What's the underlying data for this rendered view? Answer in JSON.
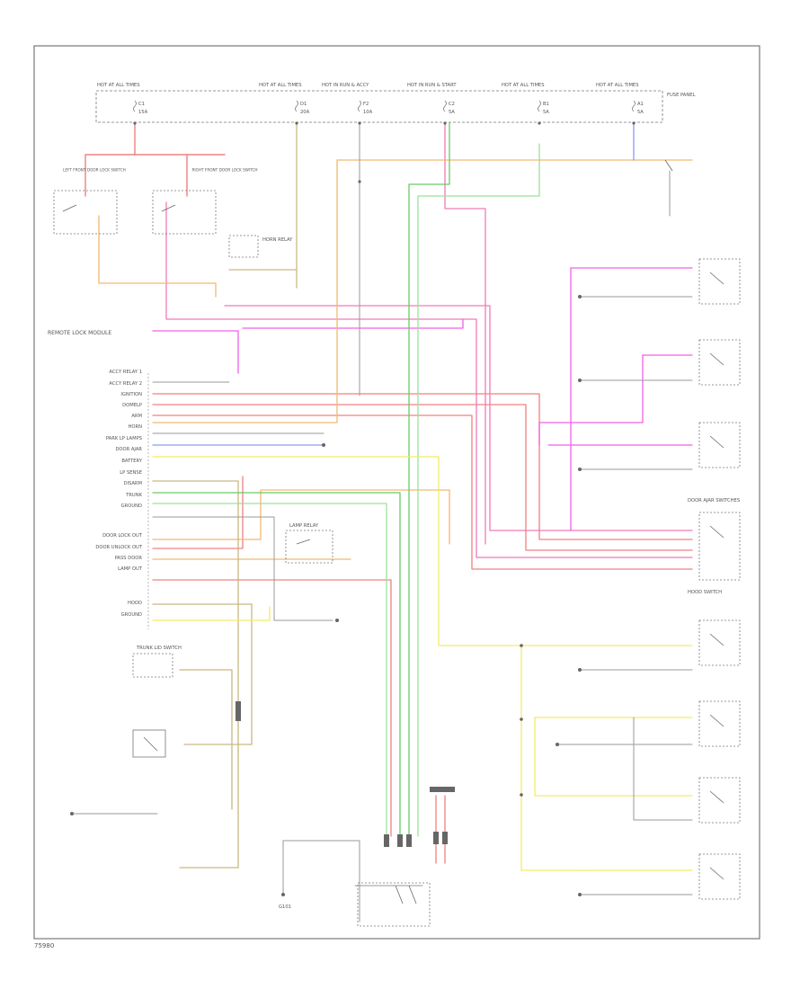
{
  "diagram": {
    "footer_code": "75980",
    "colors": {
      "frame": "#777777",
      "ink": "#777777",
      "red": "#f08080",
      "pink": "#f07ab8",
      "magenta": "#f060e8",
      "orange": "#f4b870",
      "tan": "#c9b880",
      "green": "#66cc66",
      "lightgreen": "#99e399",
      "yellow": "#f3e96a",
      "blue": "#8c9cf0",
      "gray": "#9a9a9a"
    },
    "fuse_panel": {
      "label": "FUSE PANEL",
      "fuses": [
        {
          "header": "HOT AT ALL TIMES",
          "num": "C1",
          "amps": "15A"
        },
        {
          "header": "HOT AT ALL TIMES",
          "num": "D1",
          "amps": "20A"
        },
        {
          "header": "HOT IN RUN & ACCY",
          "num": "F2",
          "amps": "10A"
        },
        {
          "header": "HOT IN RUN & START",
          "num": "C2",
          "amps": "5A"
        },
        {
          "header": "HOT AT ALL TIMES",
          "num": "B1",
          "amps": "5A"
        },
        {
          "header": "HOT AT ALL TIMES",
          "num": "A1",
          "amps": "5A"
        }
      ]
    },
    "module_pins": [
      "ACCY RELAY 1",
      "ACCY RELAY 2",
      "IGNITION",
      "DOMELP",
      "ARM",
      "HORN",
      "PARK LP LAMPS",
      "DOOR AJAR",
      "BATTERY",
      "LP SENSE",
      "DISARM",
      "TRUNK",
      "GROUND",
      "DOOR LOCK OUT",
      "DOOR UNLOCK OUT",
      "PASS DOOR",
      "LAMP OUT",
      "HOOD",
      "GROUND"
    ],
    "labels": {
      "remote_module": "REMOTE LOCK MODULE",
      "lf_switch": "LEFT FRONT DOOR LOCK SWITCH",
      "rf_switch": "RIGHT FRONT DOOR LOCK SWITCH",
      "trunk_switch": "TRUNK LID SWITCH",
      "horn_relay": "HORN RELAY",
      "lamp_relay": "LAMP RELAY",
      "door_switches": "DOOR AJAR SWITCHES",
      "hood_switch": "HOOD SWITCH",
      "ground": "G101"
    }
  }
}
